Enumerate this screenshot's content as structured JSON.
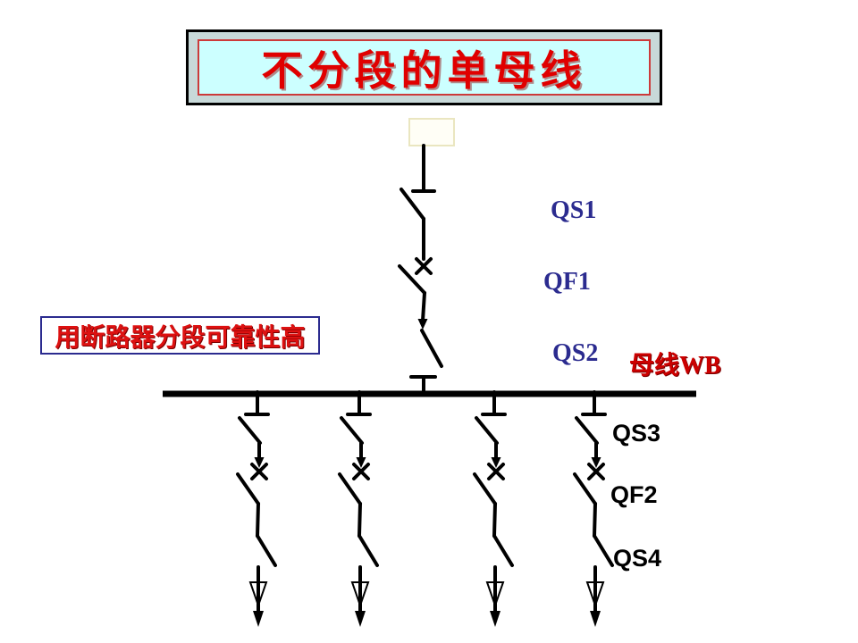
{
  "slide": {
    "title": "不分段的单母线",
    "annotation": "用断路器分段可靠性高",
    "busbar_label": "母线WB",
    "labels": {
      "qs1": "QS1",
      "qf1": "QF1",
      "qs2": "QS2",
      "qs3": "QS3",
      "qf2": "QF2",
      "qs4": "QS4"
    },
    "diagram": {
      "feeder_count": 4,
      "incoming_devices": [
        "QS1",
        "QF1",
        "QS2"
      ],
      "feeder_devices": [
        "QS3",
        "QF2",
        "QS4"
      ]
    },
    "colors": {
      "title_text": "#e00000",
      "title_fill": "#ccffff",
      "title_band": "#c8d9d9",
      "title_inner_border": "#cc3a3a",
      "outer_border": "#000000",
      "annotation_text": "#dd1111",
      "annotation_border": "#2b2b8f",
      "device_label_navy": "#2b2b8f",
      "busbar_label_red": "#cc0000",
      "diagram_line": "#000000",
      "source_box_border": "#eae6c0"
    }
  }
}
